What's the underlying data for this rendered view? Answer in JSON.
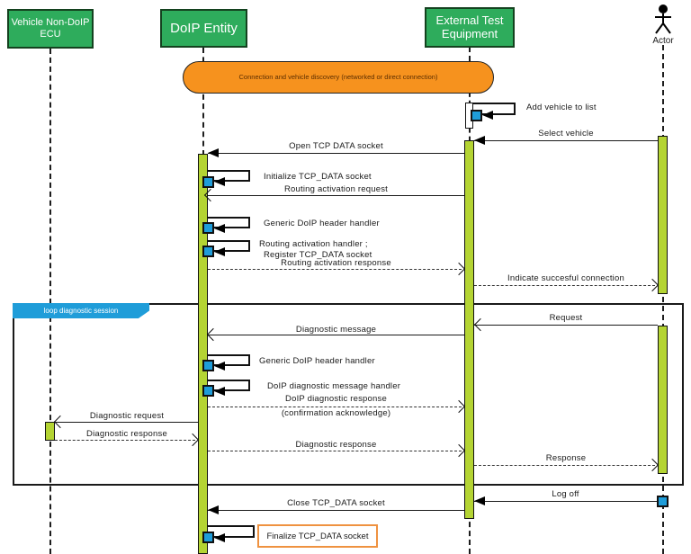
{
  "participants": {
    "ecu": "Vehicle Non-DoIP ECU",
    "doip": "DoIP Entity",
    "ete": "External Test Equipment",
    "actor": "Actor"
  },
  "banner": "Connection and vehicle discovery (networked or direct connection)",
  "loop_label": "loop diagnostic session",
  "messages": {
    "add_vehicle": "Add vehicle to list",
    "select_vehicle": "Select vehicle",
    "open_tcp": "Open TCP DATA socket",
    "init_tcp": "Initialize TCP_DATA socket",
    "routing_req": "Routing activation request",
    "generic_handler_1": "Generic DoIP header handler",
    "routing_handler_l1": "Routing activation handler ;",
    "routing_handler_l2": "Register TCP_DATA socket",
    "routing_resp": "Routing activation response",
    "indicate_conn": "Indicate succesful connection",
    "request": "Request",
    "diag_msg": "Diagnostic message",
    "generic_handler_2": "Generic DoIP header handler",
    "diag_handler": "DoIP diagnostic message handler",
    "doip_diag_resp_l1": "DoIP diagnostic response",
    "doip_diag_resp_l2": "(confirmation acknowledge)",
    "diag_request": "Diagnostic request",
    "diag_response": "Diagnostic response",
    "diag_response_fwd": "Diagnostic response",
    "response": "Response",
    "log_off": "Log off",
    "close_tcp": "Close TCP_DATA socket",
    "finalize_tcp": "Finalize TCP_DATA socket"
  },
  "colors": {
    "participant_green": "#2eac5c",
    "activation_green": "#b4d433",
    "banner_orange": "#f6921e",
    "accent_blue": "#1f9dd9",
    "finalize_border_orange": "#ef9240"
  }
}
